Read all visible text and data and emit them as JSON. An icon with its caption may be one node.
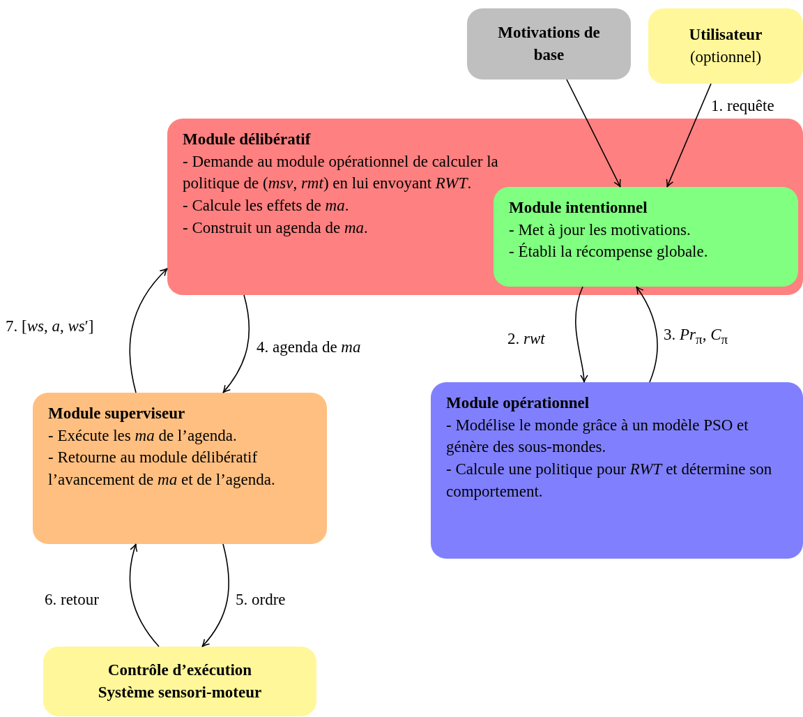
{
  "diagram": {
    "nodes": [
      {
        "text": [
          "Motivations de base"
        ]
      },
      {
        "text": [
          "Utilisateur",
          "(optionnel)"
        ]
      },
      {
        "text": [
          "Module délibératif",
          "- Demande au module opérationnel de calculer la politique de (*msv*, *rmt*) en lui envoyant *RWT*.",
          "- Calcule les effets de *ma*.",
          "- Construit un agenda de *ma*."
        ]
      },
      {
        "text": [
          "Module intentionnel",
          "- Met à jour les motivations.",
          "- Établi la récompense globale."
        ],
        "in": 2
      },
      {
        "text": [
          "Module opérationnel",
          "- Modélise le monde grâce à un modèle PSO et génère des sous-mondes.",
          "- Calcule une politique pour *RWT* et détermine son comportement."
        ]
      },
      {
        "text": [
          "Module superviseur",
          "- Exécute les *ma* de l’agenda.",
          "- Retourne au module délibératif l’avancement de *ma* et de l’agenda."
        ]
      },
      {
        "text": [
          "Contrôle d’exécution",
          "Système sensori-moteur"
        ]
      }
    ],
    "edges": [
      {
        "from": 0,
        "to": 3,
        "arrow": "to"
      },
      {
        "from": 1,
        "to": 3,
        "arrow": "to",
        "label": "1. requête"
      },
      {
        "from": 3,
        "to": 4,
        "arrow": "to",
        "label": "2. *rwt*"
      },
      {
        "from": 4,
        "to": 3,
        "arrow": "to",
        "label": "3. *Pr*$_{π}$, *C*$_{π}$"
      },
      {
        "from": 2,
        "to": 5,
        "arrow": "to",
        "label": "4. agenda de *ma*"
      },
      {
        "from": 5,
        "to": 6,
        "arrow": "to",
        "label": "5. ordre"
      },
      {
        "from": 6,
        "to": 5,
        "arrow": "to",
        "label": "6. retour"
      },
      {
        "from": 5,
        "to": 2,
        "arrow": "to",
        "label": "7. [*ws*, *a*, *ws*′]"
      }
    ]
  }
}
